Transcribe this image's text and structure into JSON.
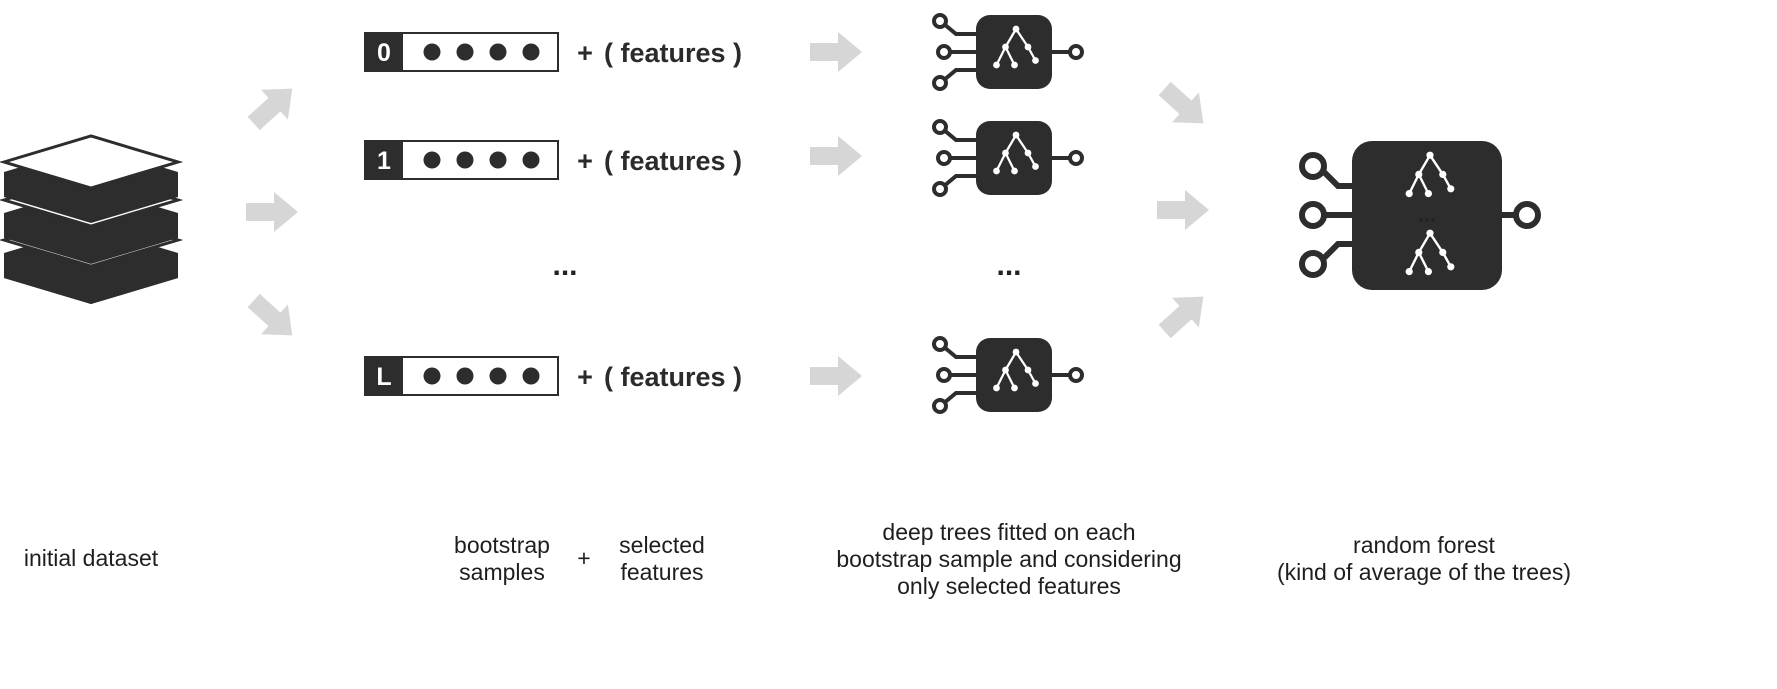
{
  "samples": [
    {
      "index": "0",
      "plus": "+",
      "features": "( features )"
    },
    {
      "index": "1",
      "plus": "+",
      "features": "( features )"
    },
    {
      "index": "L",
      "plus": "+",
      "features": "( features )"
    }
  ],
  "ellipsis_samples": "...",
  "ellipsis_trees": "...",
  "forest_ellipsis": "...",
  "captions": {
    "initial": "initial dataset",
    "bootstrap_line1": "bootstrap",
    "bootstrap_line2": "samples",
    "plus": "+",
    "selected_line1": "selected",
    "selected_line2": "features",
    "trees_line1": "deep trees fitted on each",
    "trees_line2": "bootstrap sample and considering",
    "trees_line3": "only selected features",
    "forest_line1": "random forest",
    "forest_line2": "(kind of average of the trees)"
  },
  "colors": {
    "dark": "#2d2d2d",
    "arrow": "#d6d6d6",
    "white": "#ffffff"
  },
  "icons": [
    "dataset-stack-icon",
    "tree-model-icon",
    "random-forest-icon",
    "arrow-icon"
  ]
}
